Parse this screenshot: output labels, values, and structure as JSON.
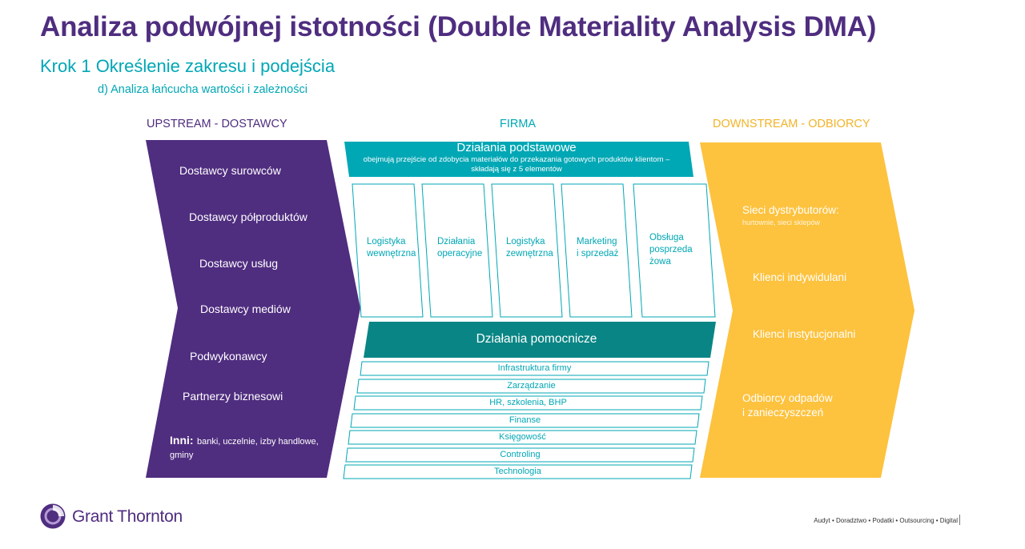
{
  "header": {
    "title": "Analiza podwójnej istotności (Double Materiality Analysis DMA)",
    "subtitle": "Krok 1 Określenie zakresu i podejścia",
    "step_detail": "d) Analiza łańcucha wartości i zależności"
  },
  "columns": {
    "upstream": "UPSTREAM - DOSTAWCY",
    "firm": "FIRMA",
    "downstream": "DOWNSTREAM - ODBIORCY"
  },
  "upstream": {
    "items": [
      "Dostawcy surowców",
      "Dostawcy półproduktów",
      "Dostawcy usług",
      "Dostawcy mediów",
      "Podwykonawcy",
      "Partnerzy biznesowi"
    ],
    "others_label": "Inni:",
    "others_text": "banki, uczelnie, izby handlowe, gminy"
  },
  "firm": {
    "primary_title": "Działania podstawowe",
    "primary_desc": "obejmują przejście od zdobycia materiałów do przekazania gotowych produktów klientom – składają się z 5 elementów",
    "activities": [
      {
        "line1": "Logistyka",
        "line2": "wewnętrzna",
        "line3": ""
      },
      {
        "line1": "Działania",
        "line2": "operacyjne",
        "line3": ""
      },
      {
        "line1": "Logistyka",
        "line2": "zewnętrzna",
        "line3": ""
      },
      {
        "line1": "Marketing",
        "line2": "i sprzedaż",
        "line3": ""
      },
      {
        "line1": "Obsługa",
        "line2": "posprzeda",
        "line3": "żowa"
      }
    ],
    "support_title": "Działania pomocnicze",
    "support_items": [
      "Infrastruktura firmy",
      "Zarządzanie",
      "HR, szkolenia, BHP",
      "Finanse",
      "Księgowość",
      "Controling",
      "Technologia"
    ]
  },
  "downstream": {
    "dist_title": "Sieci dystrybutorów:",
    "dist_desc": "hurtownie, sieci sklepów",
    "individual": "Klienci indywidulani",
    "institutional": "Klienci instytucjonalni",
    "waste_line1": "Odbiorcy odpadów",
    "waste_line2": "i zanieczyszczeń"
  },
  "footer": {
    "brand": "Grant Thornton",
    "services": "Audyt • Doradztwo • Podatki • Outsourcing • Digital"
  },
  "colors": {
    "purple": "#4f2d7f",
    "teal": "#00a7b5",
    "dark_teal": "#0a8585",
    "yellow": "#fdc23e"
  }
}
